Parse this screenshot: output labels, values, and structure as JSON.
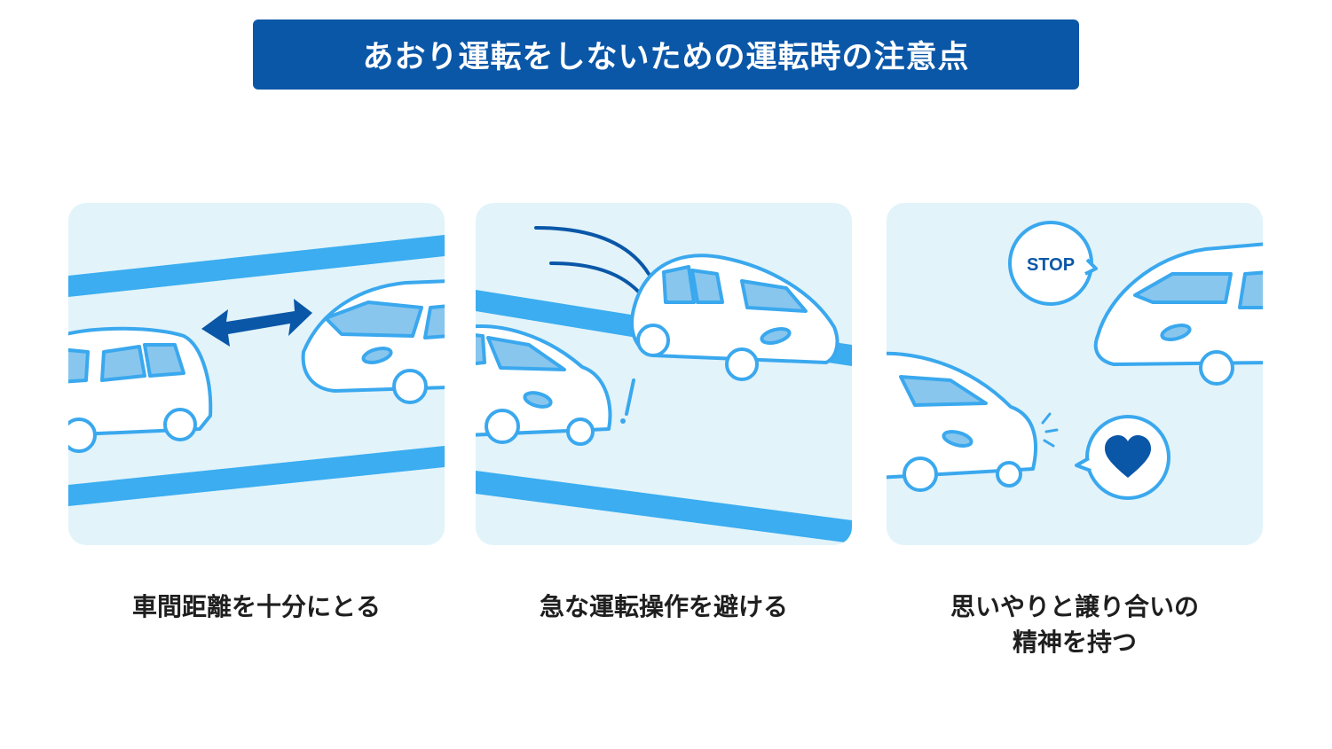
{
  "header": {
    "title": "あおり運転をしないための運転時の注意点"
  },
  "panels": [
    {
      "caption": "車間距離を十分にとる"
    },
    {
      "caption": "急な運転操作を避ける",
      "mark": "!"
    },
    {
      "caption_line1": "思いやりと譲り合いの",
      "caption_line2": "精神を持つ",
      "bubble_text": "STOP"
    }
  ],
  "colors": {
    "banner": "#0a57a8",
    "panel_bg": "#e2f3fa",
    "road_line": "#3badf0",
    "car_outline": "#3aa8ee",
    "window": "#88c6ee",
    "arrow": "#0a57a8"
  },
  "icons": [
    "double-arrow-icon",
    "motion-lines-icon",
    "exclamation-icon",
    "stop-speech-bubble-icon",
    "heart-speech-bubble-icon"
  ]
}
